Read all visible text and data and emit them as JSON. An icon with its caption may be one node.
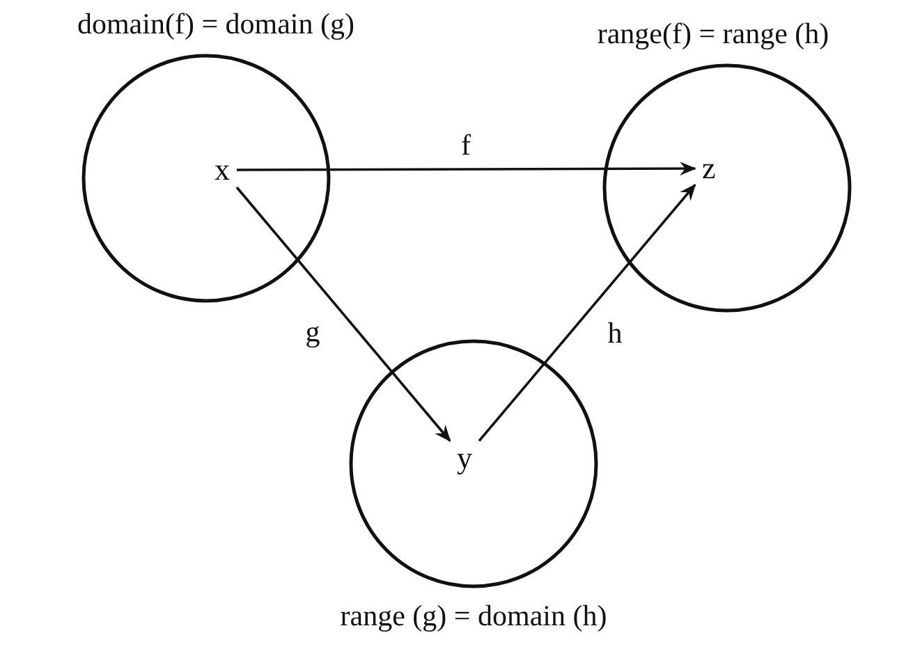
{
  "diagram": {
    "nodes": [
      {
        "text": [
          "domain(f) = domain (g)"
        ]
      },
      {
        "text": [
          "x"
        ],
        "in": 0
      },
      {
        "text": [
          "range(f) = range (h)"
        ]
      },
      {
        "text": [
          "z"
        ],
        "in": 2
      },
      {
        "text": [
          "range (g) = domain (h)"
        ]
      },
      {
        "text": [
          "y"
        ],
        "in": 4
      }
    ],
    "edges": [
      {
        "from": 1,
        "to": 3,
        "arrow": "to",
        "label": "f"
      },
      {
        "from": 1,
        "to": 5,
        "arrow": "to",
        "label": "g"
      },
      {
        "from": 5,
        "to": 3,
        "arrow": "to",
        "label": "h"
      }
    ]
  }
}
